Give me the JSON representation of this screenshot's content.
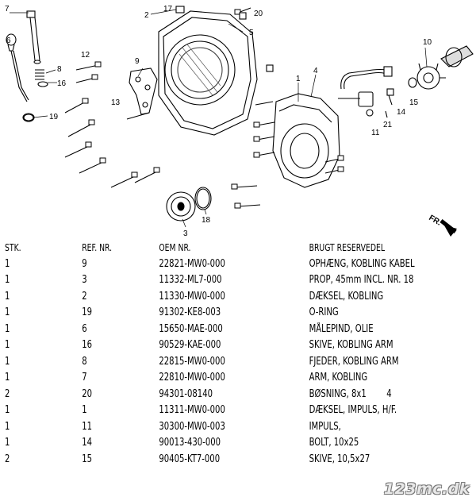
{
  "diagram": {
    "callouts": [
      "1",
      "2",
      "3",
      "4",
      "5",
      "6",
      "7",
      "8",
      "9",
      "10",
      "11",
      "12",
      "13",
      "14",
      "15",
      "16",
      "17",
      "18",
      "19",
      "20",
      "21"
    ],
    "direction_label": "FR."
  },
  "table": {
    "headers": {
      "qty": "STK.",
      "ref": "REF. NR.",
      "oem": "OEM NR.",
      "desc": "BRUGT RESERVEDEL"
    },
    "rows": [
      {
        "qty": "1",
        "ref": "9",
        "oem": "22821-MW0-000",
        "desc": "OPHÆNG, KOBLING KABEL"
      },
      {
        "qty": "1",
        "ref": "3",
        "oem": "11332-ML7-000",
        "desc": "PROP, 45mm INCL. NR. 18"
      },
      {
        "qty": "1",
        "ref": "2",
        "oem": "11330-MW0-000",
        "desc": "DÆKSEL, KOBLING"
      },
      {
        "qty": "1",
        "ref": "19",
        "oem": "91302-KE8-003",
        "desc": "O-RING"
      },
      {
        "qty": "1",
        "ref": "6",
        "oem": "15650-MAE-000",
        "desc": "MÅLEPIND, OLIE"
      },
      {
        "qty": "1",
        "ref": "16",
        "oem": "90529-KAE-000",
        "desc": "SKIVE, KOBLING ARM"
      },
      {
        "qty": "1",
        "ref": "8",
        "oem": "22815-MW0-000",
        "desc": "FJEDER, KOBLING ARM"
      },
      {
        "qty": "1",
        "ref": "7",
        "oem": "22810-MW0-000",
        "desc": "ARM, KOBLING"
      },
      {
        "qty": "2",
        "ref": "20",
        "oem": "94301-08140",
        "desc": "BØSNING, 8x1        4"
      },
      {
        "qty": "1",
        "ref": "1",
        "oem": "11311-MW0-000",
        "desc": "DÆKSEL, IMPULS, H/F."
      },
      {
        "qty": "1",
        "ref": "11",
        "oem": "30300-MW0-003",
        "desc": "IMPULS,"
      },
      {
        "qty": "1",
        "ref": "14",
        "oem": "90013-430-000",
        "desc": "BOLT, 10x25"
      },
      {
        "qty": "2",
        "ref": "15",
        "oem": "90405-KT7-000",
        "desc": "SKIVE, 10,5x27"
      }
    ]
  },
  "watermark": "123mc.dk"
}
